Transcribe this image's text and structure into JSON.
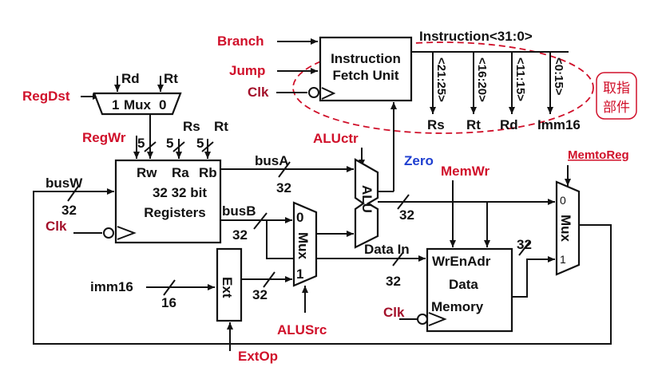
{
  "signals": {
    "branch": "Branch",
    "jump": "Jump",
    "clk": "Clk",
    "regdst": "RegDst",
    "regwr": "RegWr",
    "aluctr": "ALUctr",
    "zero": "Zero",
    "memwr": "MemWr",
    "memtoreg": "MemtoReg",
    "alusrc": "ALUSrc",
    "extop": "ExtOp"
  },
  "ifu": {
    "title_line1": "Instruction",
    "title_line2": "Fetch Unit",
    "instruction_bus": "Instruction<31:0>",
    "fields": [
      "<21:25>",
      "<16:20>",
      "<11:15>",
      "<0:15>"
    ],
    "field_names": [
      "Rs",
      "Rt",
      "Rd",
      "Imm16"
    ],
    "note_line1": "取指",
    "note_line2": "部件"
  },
  "regdst_mux": {
    "rd": "Rd",
    "rt": "Rt",
    "in1": "1",
    "label": "Mux",
    "in0": "0"
  },
  "regfile": {
    "ports": [
      "Rw",
      "Ra",
      "Rb"
    ],
    "line2": "32 32 bit",
    "line3": "Registers",
    "width_in": [
      "5",
      "5",
      "5"
    ],
    "in_labels": [
      "Rs",
      "Rt"
    ]
  },
  "buses": {
    "busW": "busW",
    "busA": "busA",
    "busB": "busB",
    "imm16": "imm16",
    "data_in": "Data In",
    "w32": "32",
    "w16": "16"
  },
  "alusrc_mux": {
    "in0": "0",
    "label": "Mux",
    "in1": "1"
  },
  "alu": {
    "label": "ALU"
  },
  "ext": {
    "label": "Ext"
  },
  "datamem": {
    "ports": "WrEnAdr",
    "line2": "Data",
    "line3": "Memory"
  },
  "memtoreg_mux": {
    "in0": "0",
    "label": "Mux",
    "in1": "1"
  }
}
